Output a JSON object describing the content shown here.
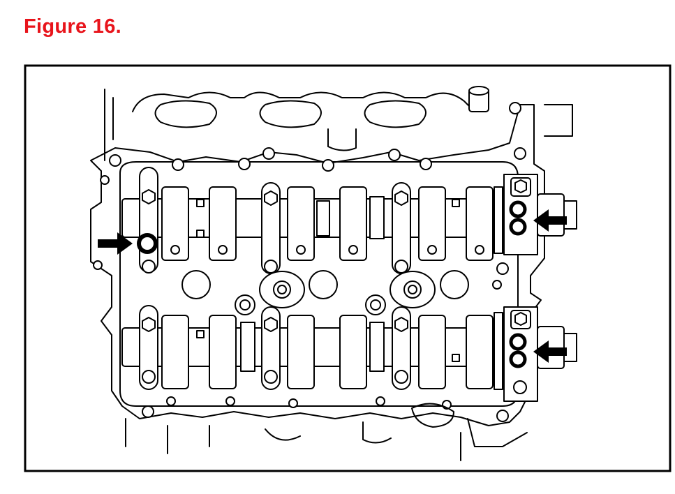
{
  "figure": {
    "title": "Figure 16."
  },
  "colors": {
    "title": "#e8141b",
    "line": "#000000",
    "background": "#ffffff"
  },
  "callouts": [
    {
      "name": "arrow-left-oil-seal",
      "direction": "right"
    },
    {
      "name": "arrow-right-upper-bolts",
      "direction": "left"
    },
    {
      "name": "arrow-right-lower-bolts",
      "direction": "left"
    }
  ]
}
